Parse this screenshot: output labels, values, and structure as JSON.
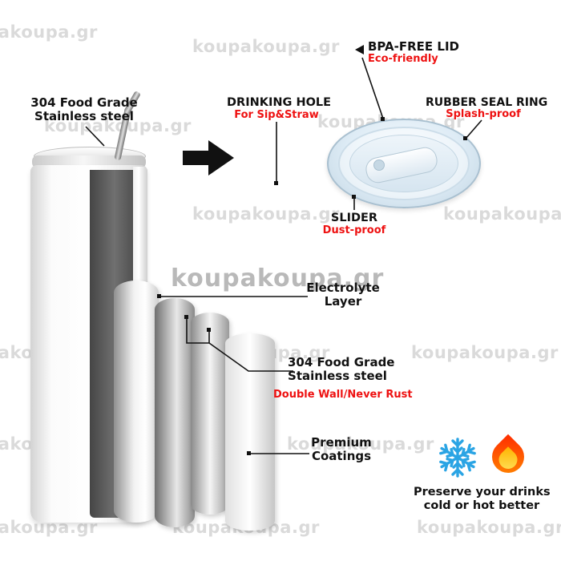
{
  "watermark": "koupakoupa.gr",
  "annotations": {
    "steel_top": {
      "line1": "304 Food Grade",
      "line2": "Stainless steel"
    },
    "bpa_free_lid": {
      "title": "BPA-FREE LID",
      "subtitle": "Eco-friendly"
    },
    "drinking_hole": {
      "title": "DRINKING HOLE",
      "subtitle": "For Sip&Straw"
    },
    "rubber_seal_ring": {
      "title": "RUBBER SEAL RING",
      "subtitle": "Splash-proof"
    },
    "slider": {
      "title": "SLIDER",
      "subtitle": "Dust-proof"
    },
    "electrolyte_layer": {
      "line1": "Electrolyte",
      "line2": "Layer"
    },
    "steel_wall": {
      "line1": "304 Food Grade",
      "line2": "Stainless steel",
      "subtitle": "Double Wall/Never Rust"
    },
    "premium_coatings": {
      "line1": "Premium",
      "line2": "Coatings"
    },
    "preserve": {
      "line1": "Preserve your drinks",
      "line2": "cold or hot better"
    }
  },
  "icons": {
    "snowflake": "snowflake-icon",
    "flame": "flame-icon",
    "arrow_right": "arrow-right-icon"
  },
  "colors": {
    "label_black": "#111111",
    "accent_red": "#ee1111",
    "snowflake_blue": "#2aa4e4",
    "flame_orange": "#ff6a00",
    "watermark_gray": "#bdbdbd"
  }
}
